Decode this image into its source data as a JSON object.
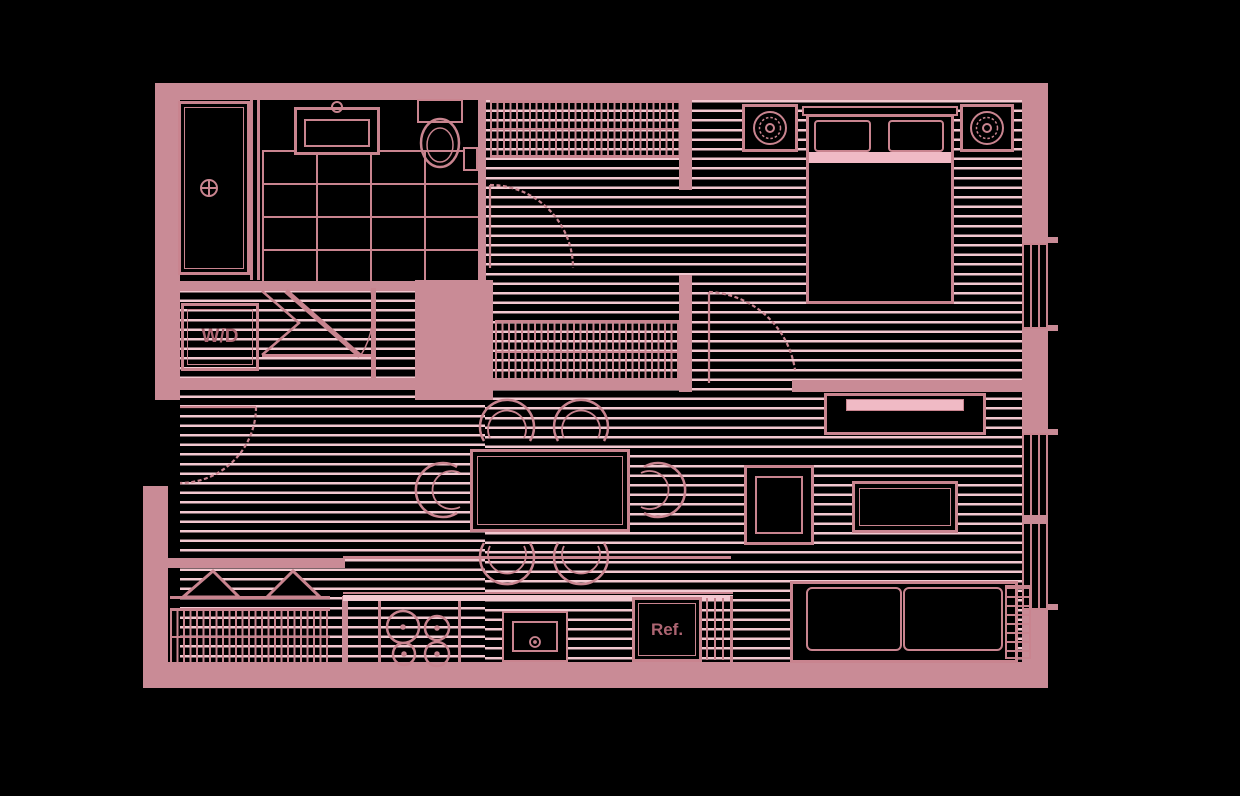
{
  "title": "apartment-floor-plan",
  "labels": {
    "washer_dryer": "W/D",
    "refrigerator": "Ref."
  },
  "colors": {
    "background": "#000000",
    "wall_fill": "#c98b96",
    "line": "#c9848f",
    "floor_stripe": "#f3c8d0",
    "accent_fill": "#f0bac5",
    "label_text": "#ad6572"
  },
  "icons": [
    "shower-icon",
    "shower-drain-icon",
    "vanity-sink-icon",
    "toilet-icon",
    "toilet-paper-icon",
    "closet-hatch-icon",
    "bed-icon",
    "pillow-icon",
    "nightstand-icon",
    "table-lamp-icon",
    "door-swing-icon",
    "bifold-door-icon",
    "dining-table-icon",
    "dining-chair-icon",
    "tv-console-icon",
    "tv-icon",
    "accent-chair-icon",
    "coffee-table-icon",
    "sofa-icon",
    "stove-burner-icon",
    "kitchen-sink-icon",
    "refrigerator-icon",
    "window-icon",
    "radiator-icon"
  ]
}
